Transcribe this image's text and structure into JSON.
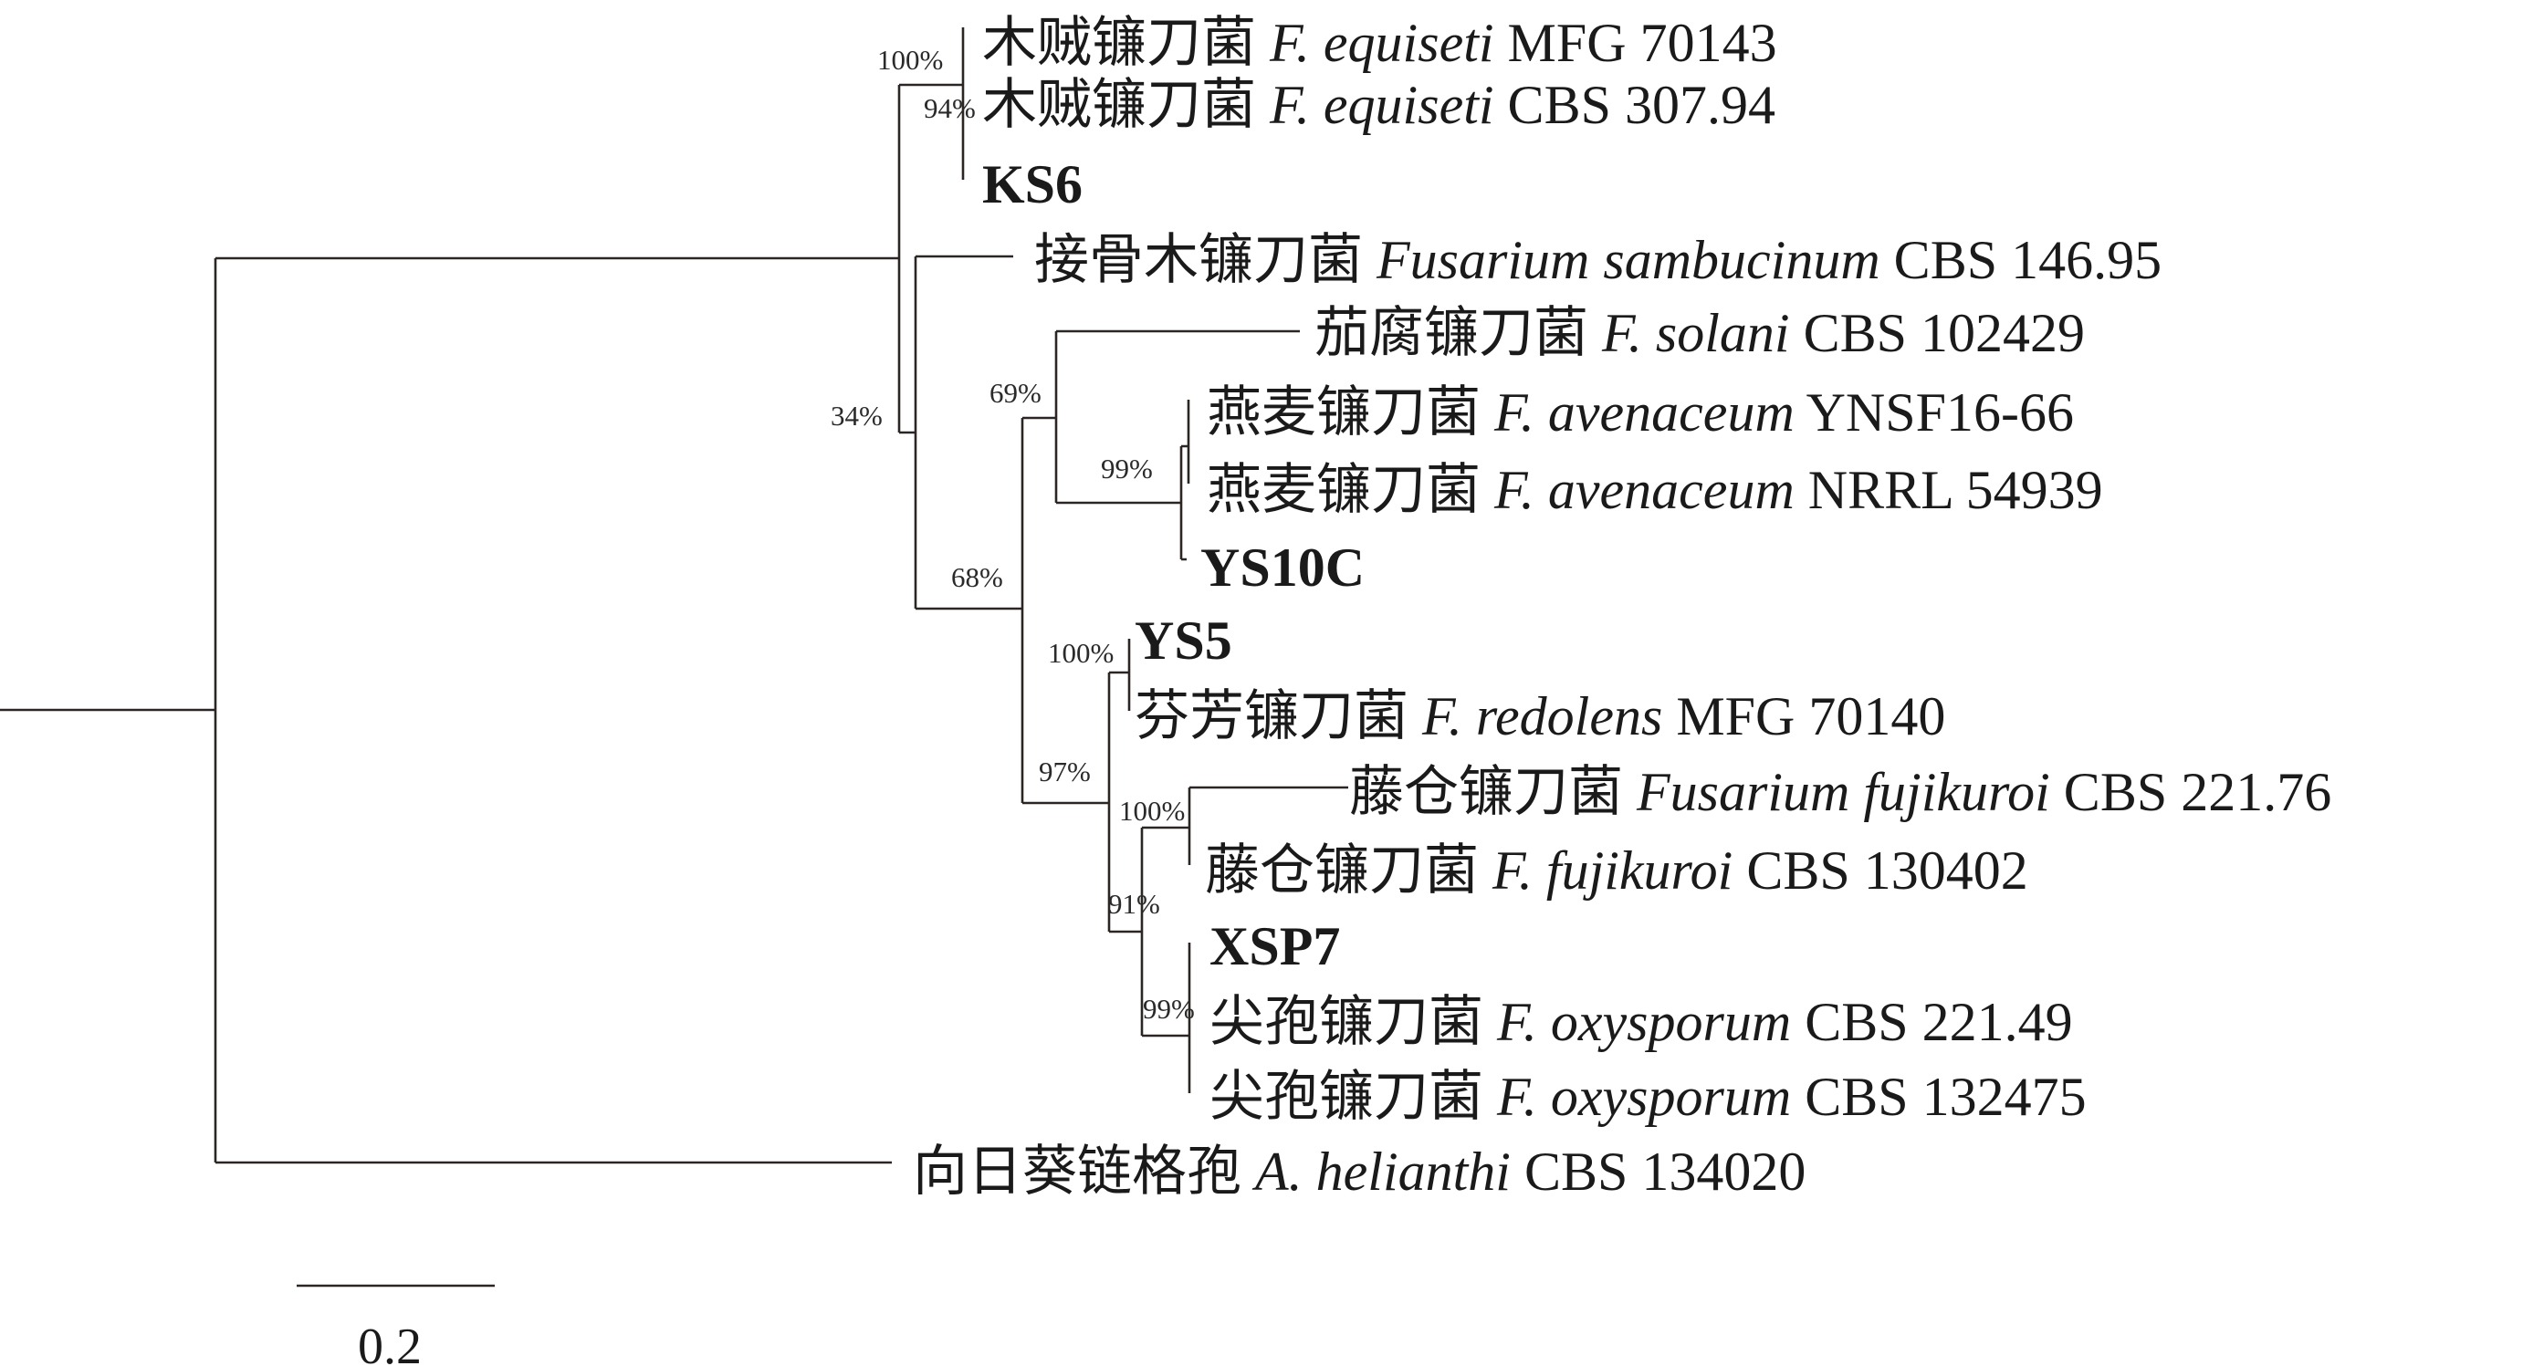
{
  "leaves": [
    {
      "cn": "木贼镰刀菌",
      "sp": "F. equiseti",
      "strain": "MFG 70143"
    },
    {
      "cn": "木贼镰刀菌",
      "sp": "F. equiseti",
      "strain": "CBS 307.94"
    },
    {
      "isolate": "KS6"
    },
    {
      "cn": "接骨木镰刀菌",
      "sp": "Fusarium sambucinum",
      "strain": "CBS 146.95"
    },
    {
      "cn": "茄腐镰刀菌",
      "sp": "F. solani",
      "strain": "CBS 102429"
    },
    {
      "cn": "燕麦镰刀菌",
      "sp": "F. avenaceum",
      "strain": "YNSF16-66"
    },
    {
      "cn": "燕麦镰刀菌",
      "sp": "F. avenaceum",
      "strain": "NRRL 54939"
    },
    {
      "isolate": "YS10C"
    },
    {
      "isolate": "YS5"
    },
    {
      "cn": "芬芳镰刀菌",
      "sp": "F. redolens",
      "strain": "MFG 70140"
    },
    {
      "cn": "藤仓镰刀菌",
      "sp": "Fusarium fujikuroi",
      "strain": "CBS 221.76"
    },
    {
      "cn": "藤仓镰刀菌",
      "sp": "F. fujikuroi",
      "strain": "CBS 130402"
    },
    {
      "isolate": "XSP7"
    },
    {
      "cn": "尖孢镰刀菌",
      "sp": "F. oxysporum",
      "strain": "CBS 221.49"
    },
    {
      "cn": "尖孢镰刀菌",
      "sp": "F. oxysporum",
      "strain": "CBS 132475"
    },
    {
      "cn": "向日葵链格孢",
      "sp": "A. helianthi",
      "strain": "CBS 134020"
    }
  ],
  "support": {
    "equiseti_100": "100%",
    "equiseti_94": "94%",
    "node_34": "34%",
    "node_69": "69%",
    "avenaceum_99": "99%",
    "node_68": "68%",
    "redolens_100": "100%",
    "node_97": "97%",
    "fujikuroi_100": "100%",
    "node_91": "91%",
    "oxysporum_99": "99%"
  },
  "scale_bar": {
    "label": "0.2"
  }
}
